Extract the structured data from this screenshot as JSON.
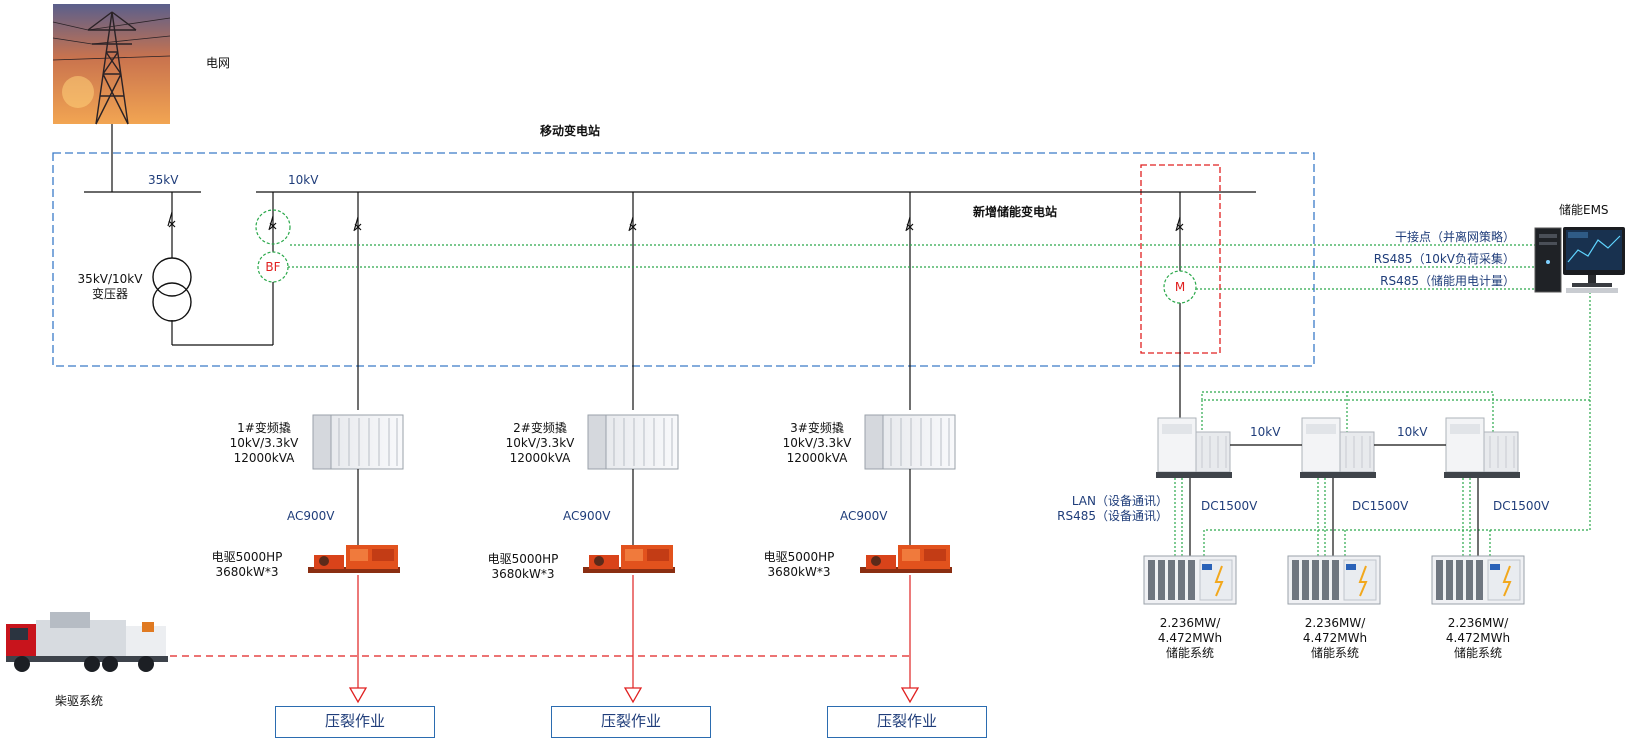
{
  "grid": {
    "label": "电网"
  },
  "mobile_substation": {
    "title": "移动变电站"
  },
  "storage_substation": {
    "title": "新增储能变电站"
  },
  "bus_35kv": {
    "label": "35kV"
  },
  "bus_10kv": {
    "label": "10kV"
  },
  "transformer": {
    "line1": "35kV/10kV",
    "line2": "变压器"
  },
  "breaker_bf": {
    "label": "BF"
  },
  "meter": {
    "label": "M"
  },
  "ems": {
    "title": "储能EMS",
    "links": [
      {
        "label": "干接点（并离网策略）"
      },
      {
        "label": "RS485（10kV负荷采集）"
      },
      {
        "label": "RS485（储能用电计量）"
      }
    ]
  },
  "vfd": [
    {
      "name": "1#变频撬",
      "spec1": "10kV/3.3kV",
      "spec2": "12000kVA",
      "output": "AC900V",
      "motor1": "电驱5000HP",
      "motor2": "3680kW*3",
      "task": "压裂作业"
    },
    {
      "name": "2#变频撬",
      "spec1": "10kV/3.3kV",
      "spec2": "12000kVA",
      "output": "AC900V",
      "motor1": "电驱5000HP",
      "motor2": "3680kW*3",
      "task": "压裂作业"
    },
    {
      "name": "3#变频撬",
      "spec1": "10kV/3.3kV",
      "spec2": "12000kVA",
      "output": "AC900V",
      "motor1": "电驱5000HP",
      "motor2": "3680kW*3",
      "task": "压裂作业"
    }
  ],
  "diesel": {
    "label": "柴驱系统"
  },
  "storage": {
    "comm1": "LAN（设备通讯）",
    "comm2": "RS485（设备通讯）",
    "link_labels": [
      "10kV",
      "10kV"
    ],
    "dc_label": "DC1500V",
    "systems": [
      {
        "line1": "2.236MW/",
        "line2": "4.472MWh",
        "line3": "储能系统"
      },
      {
        "line1": "2.236MW/",
        "line2": "4.472MWh",
        "line3": "储能系统"
      },
      {
        "line1": "2.236MW/",
        "line2": "4.472MWh",
        "line3": "储能系统"
      }
    ]
  },
  "colors": {
    "line": "#111111",
    "dashed_frame": "#3a7bc8",
    "storage_frame": "#e02020",
    "comm_green": "#2aa84a",
    "motor_orange": "#e2521d",
    "task_border": "#2b6cb0"
  }
}
